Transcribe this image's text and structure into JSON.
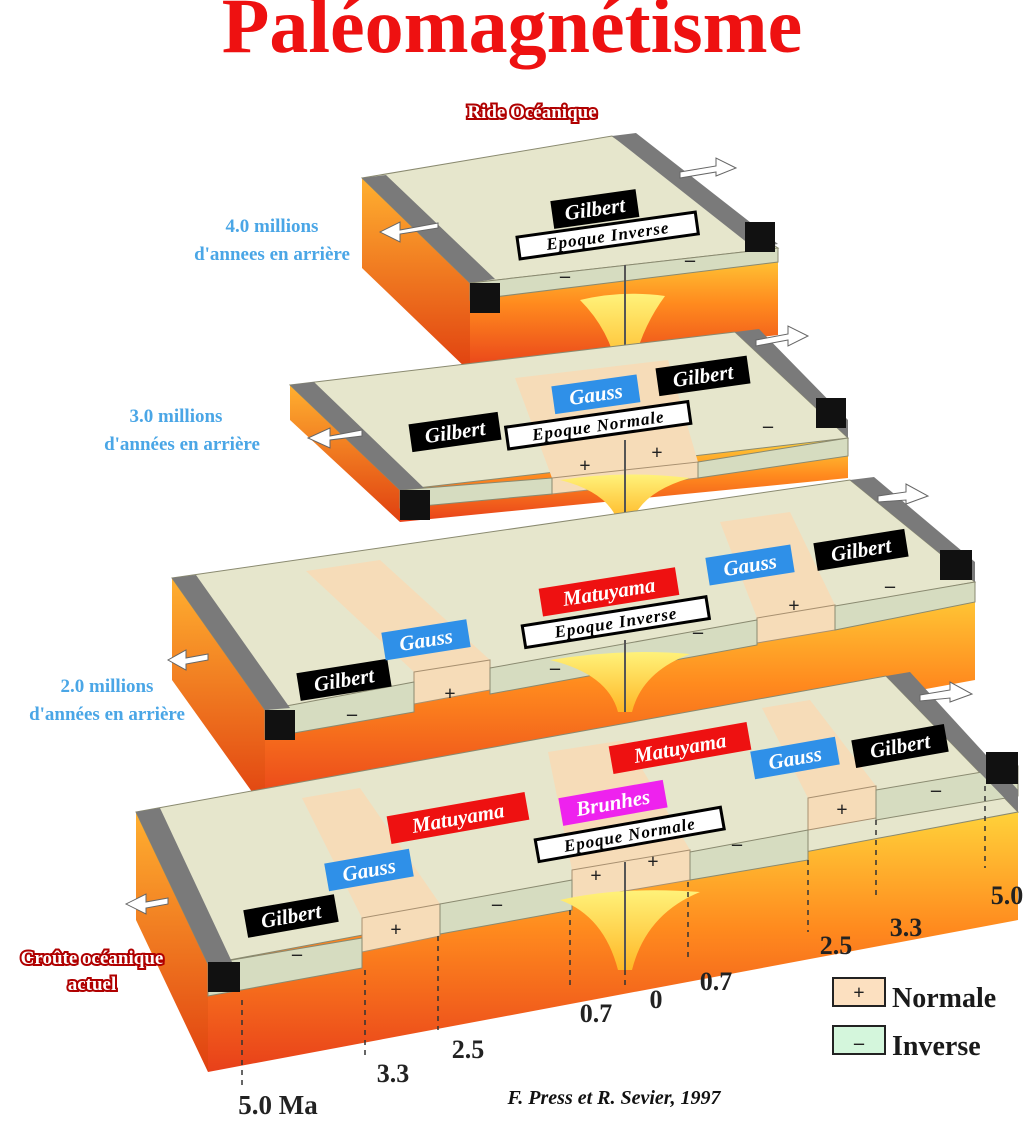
{
  "title": "Paléomagnétisme",
  "ridge_label": "Ride Océanique",
  "current_crust_label": [
    "Croûte océanique",
    "actuel"
  ],
  "time_labels": [
    [
      "4.0 millions",
      "d'annees en arrière"
    ],
    [
      "3.0 millions",
      "d'années en arrière"
    ],
    [
      "2.0 millions",
      "d'années en arrière"
    ]
  ],
  "blocks": [
    {
      "chrons": [
        "Gilbert"
      ],
      "epoch": "Epoque Inverse",
      "signs": [
        "–",
        "–"
      ]
    },
    {
      "chrons": [
        "Gilbert",
        "Gauss",
        "Gilbert"
      ],
      "epoch": "Epoque Normale",
      "signs": [
        "–",
        "+",
        "+",
        "–"
      ]
    },
    {
      "chrons": [
        "Gilbert",
        "Gauss",
        "Matuyama",
        "Gauss",
        "Gilbert"
      ],
      "epoch": "Epoque Inverse",
      "signs": [
        "–",
        "+",
        "–",
        "–",
        "+",
        "–"
      ]
    },
    {
      "chrons": [
        "Gilbert",
        "Gauss",
        "Matuyama",
        "Brunhes",
        "Matuyama",
        "Gauss",
        "Gilbert"
      ],
      "epoch": "Epoque Normale",
      "signs": [
        "–",
        "+",
        "–",
        "+",
        "+",
        "–",
        "+",
        "–"
      ]
    }
  ],
  "age_labels": {
    "left": [
      "5.0 Ma",
      "3.3",
      "2.5",
      "0.7"
    ],
    "center": "0",
    "right": [
      "0.7",
      "2.5",
      "3.3",
      "5.0"
    ]
  },
  "legend": [
    {
      "symbol": "+",
      "label": "Normale",
      "color": "#fce0c0"
    },
    {
      "symbol": "–",
      "label": "Inverse",
      "color": "#d4f6dc"
    }
  ],
  "credit": "F. Press et R. Sevier, 1997",
  "colors": {
    "title": "#ee1111",
    "time_text": "#4aa6e6",
    "gilbert": "#000000",
    "gauss": "#2f90e8",
    "matuyama": "#ee1111",
    "brunhes": "#ee22ee",
    "normal_band": "#f6dcb8",
    "inverse_band": "#d6dcc0"
  }
}
